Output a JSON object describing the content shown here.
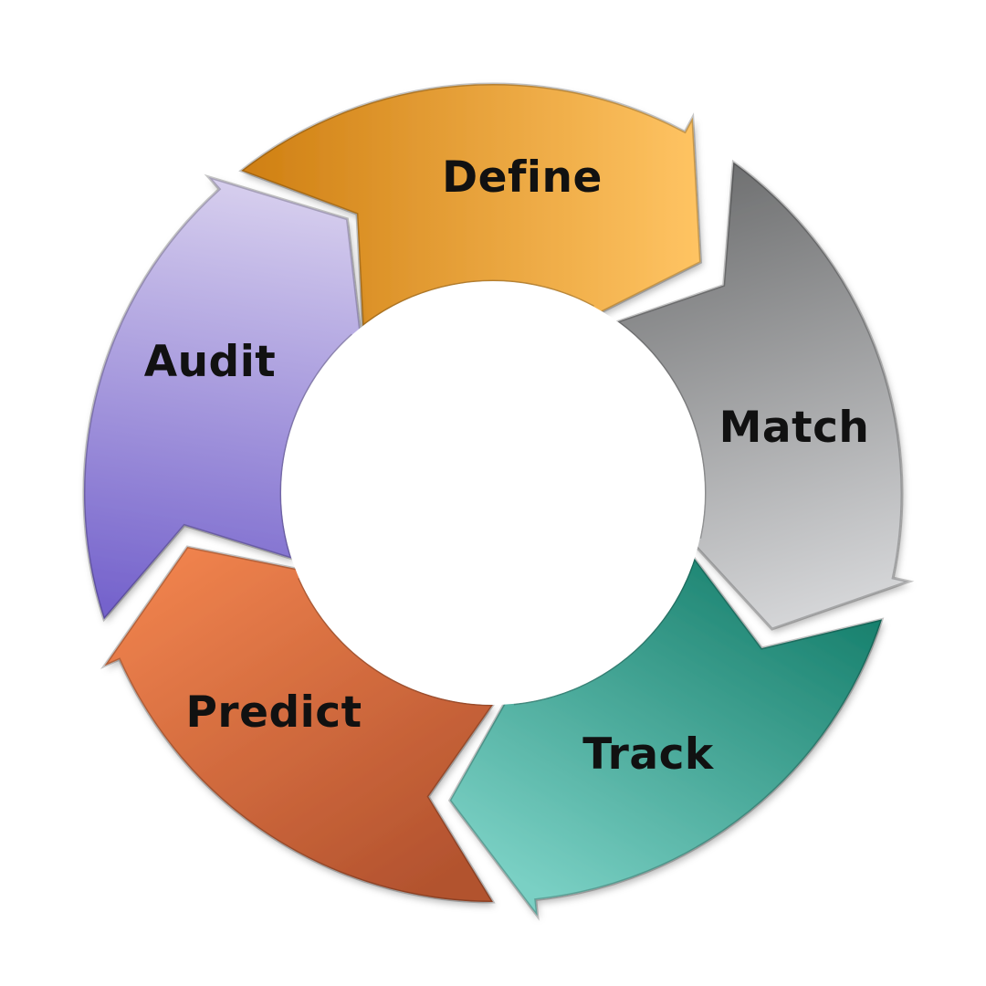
{
  "diagram": {
    "type": "cycle",
    "direction": "clockwise",
    "steps": [
      {
        "label": "Define",
        "color_start": "#cf7f12",
        "color_end": "#ffc463"
      },
      {
        "label": "Match",
        "color_start": "#6f7071",
        "color_end": "#d6d7d9"
      },
      {
        "label": "Track",
        "color_start": "#0a7561",
        "color_end": "#7ad0c4"
      },
      {
        "label": "Predict",
        "color_start": "#f3854f",
        "color_end": "#b2522e"
      },
      {
        "label": "Audit",
        "color_start": "#d7cfee",
        "color_end": "#7563cc"
      }
    ],
    "center_color": "#ffffff",
    "label_color": "#111111"
  }
}
